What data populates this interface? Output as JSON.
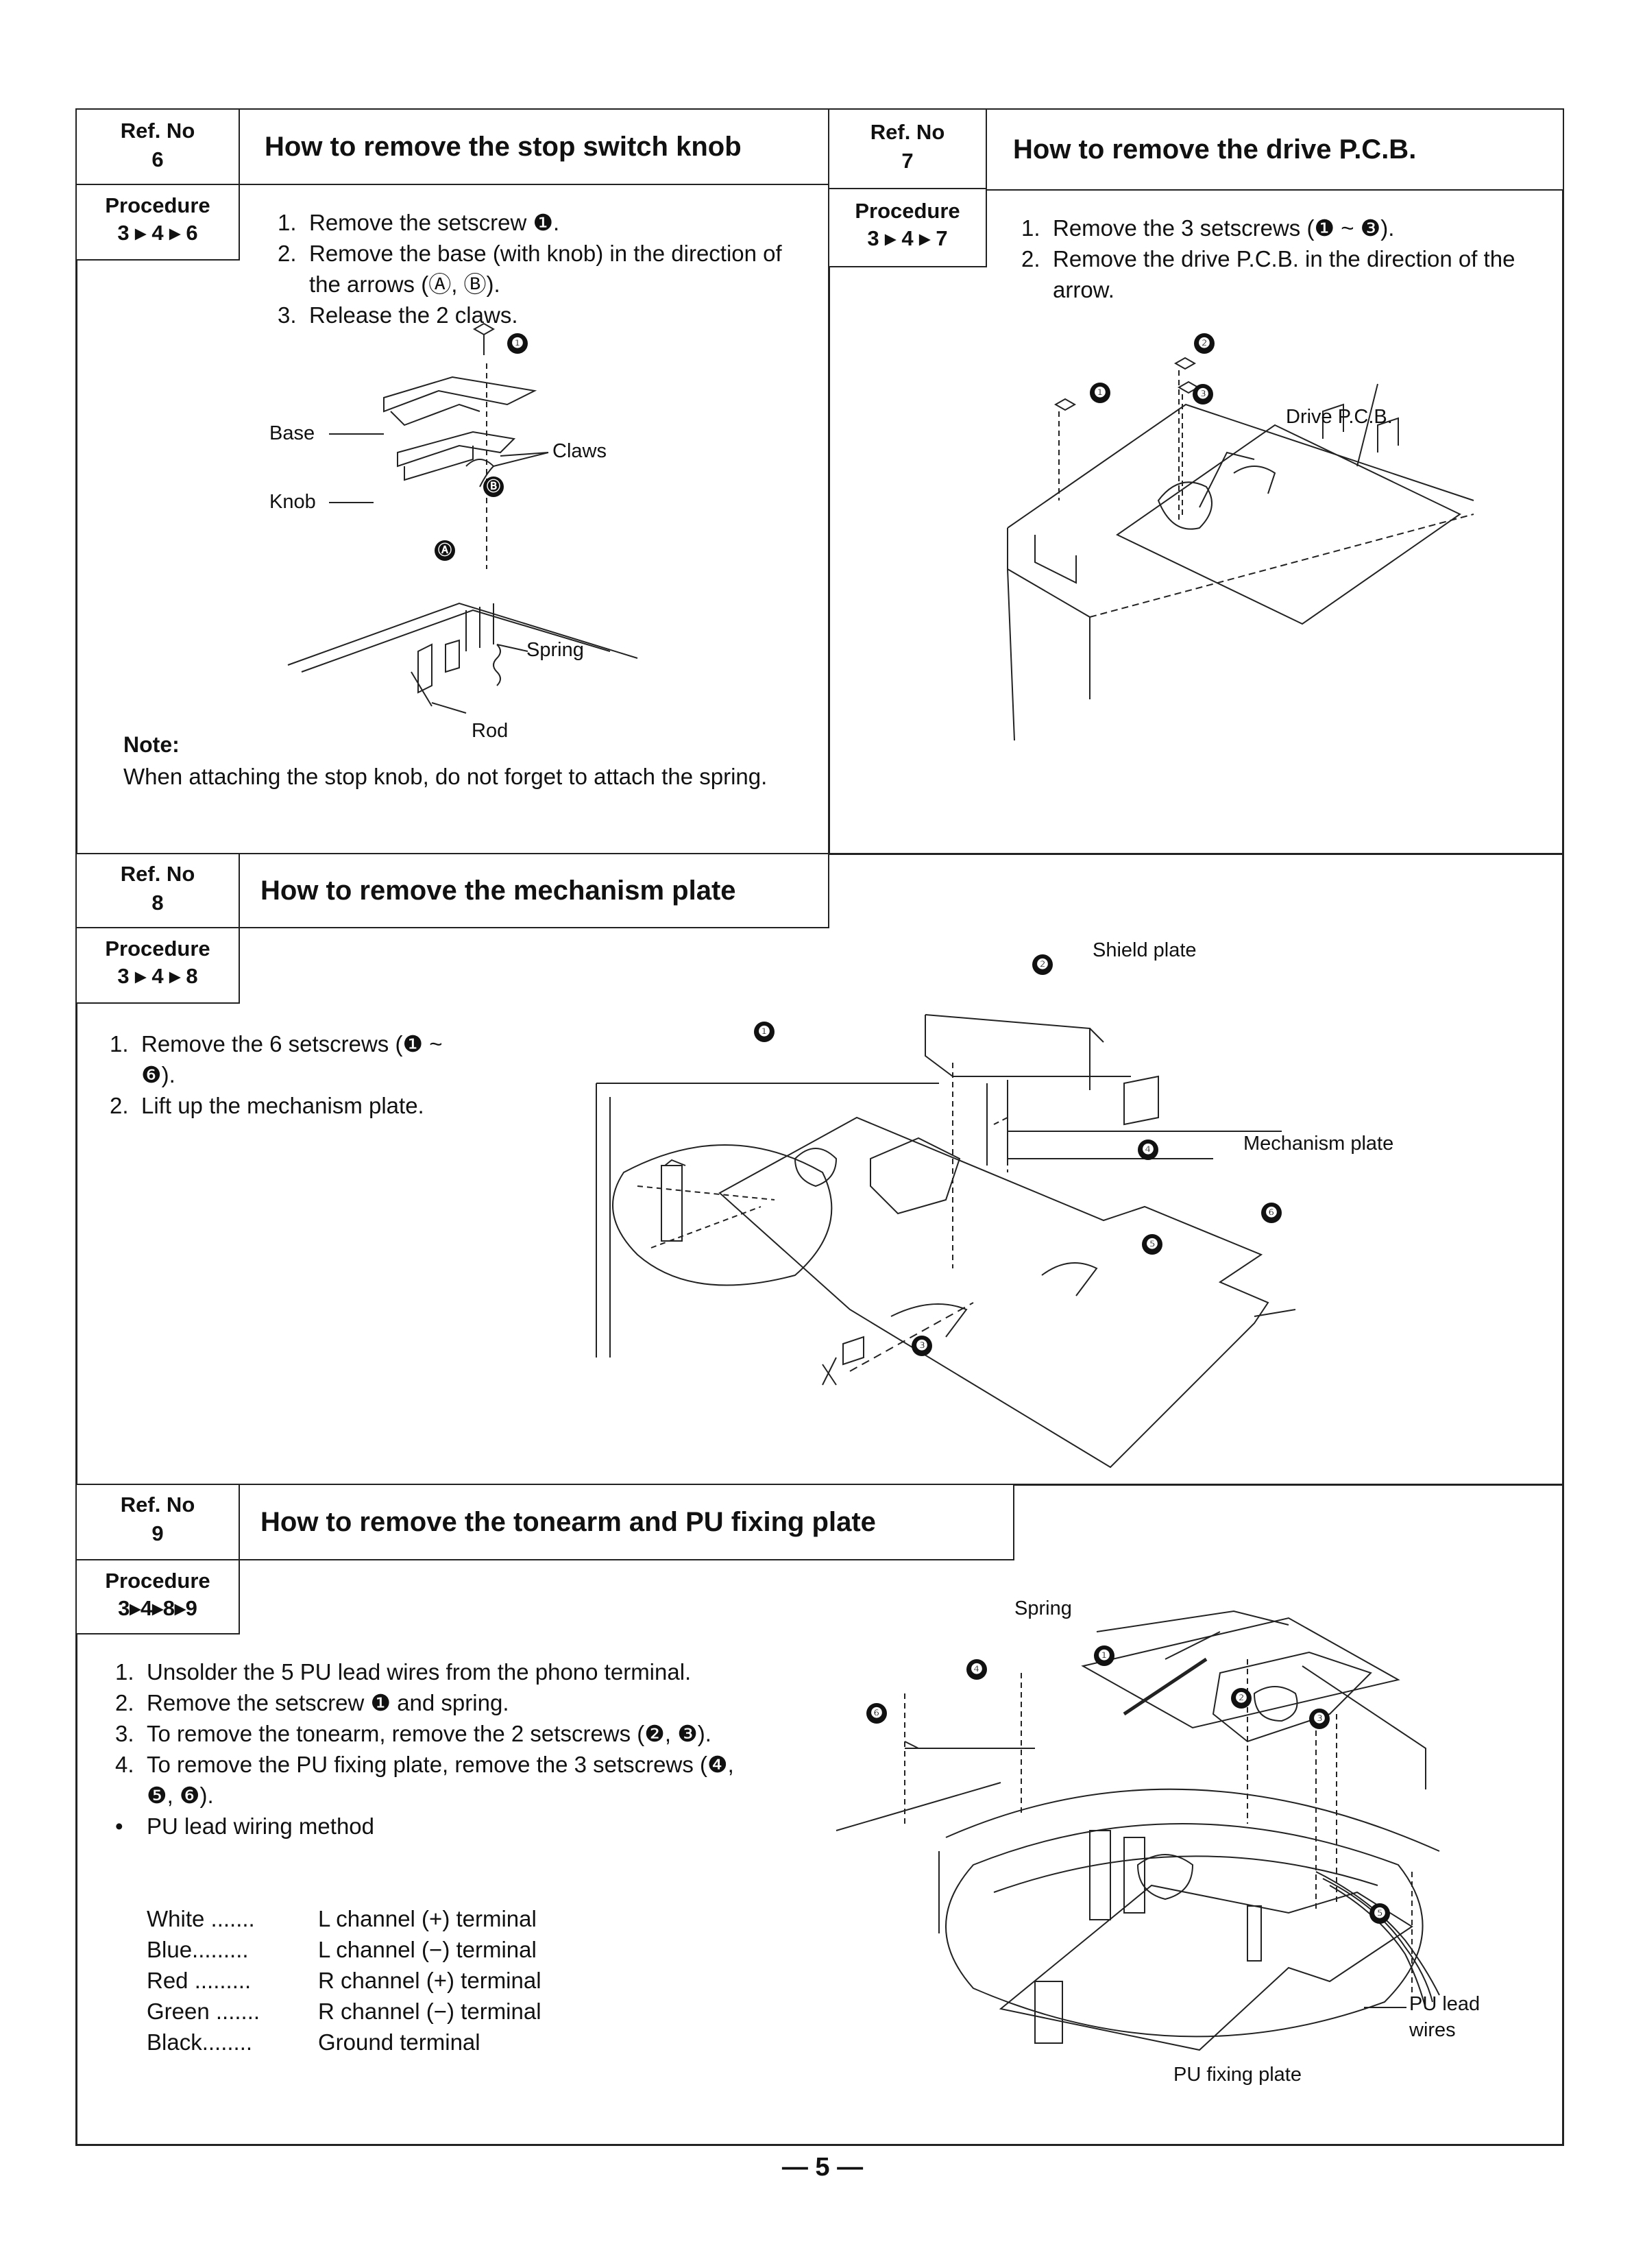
{
  "sections": {
    "s6": {
      "ref_label": "Ref. No",
      "ref_num": "6",
      "title": "How to remove the stop switch knob",
      "proc_label": "Procedure",
      "proc_seq": "3 ▸ 4 ▸ 6",
      "steps": [
        "1.",
        "Remove the setscrew ❶.",
        "2.",
        "Remove the base (with knob) in the direction of the arrows (Ⓐ, Ⓑ).",
        "3.",
        "Release the 2 claws."
      ],
      "labels": {
        "base": "Base",
        "knob": "Knob",
        "claws": "Claws",
        "spring": "Spring",
        "rod": "Rod"
      },
      "note_head": "Note:",
      "note_text": "When attaching the stop knob, do not forget to attach the spring."
    },
    "s7": {
      "ref_label": "Ref. No",
      "ref_num": "7",
      "title": "How to remove the drive P.C.B.",
      "proc_label": "Procedure",
      "proc_seq": "3 ▸ 4 ▸ 7",
      "steps": [
        "1.",
        "Remove the 3 setscrews (❶ ~ ❸).",
        "2.",
        "Remove the drive P.C.B. in the direction of the arrow."
      ],
      "labels": {
        "pcb": "Drive P.C.B."
      }
    },
    "s8": {
      "ref_label": "Ref. No",
      "ref_num": "8",
      "title": "How to remove the mechanism plate",
      "proc_label": "Procedure",
      "proc_seq": "3 ▸ 4 ▸ 8",
      "steps": [
        "1.",
        "Remove the 6 setscrews (❶ ~ ❻).",
        "2.",
        "Lift up the mechanism plate."
      ],
      "labels": {
        "shield": "Shield plate",
        "mech": "Mechanism plate"
      }
    },
    "s9": {
      "ref_label": "Ref. No",
      "ref_num": "9",
      "title": "How to remove the tonearm and PU fixing plate",
      "proc_label": "Procedure",
      "proc_seq": "3▸4▸8▸9",
      "steps": [
        "1.",
        "Unsolder the 5 PU lead wires from the phono terminal.",
        "2.",
        "Remove the setscrew ❶ and spring.",
        "3.",
        "To remove the tonearm, remove the 2 setscrews (❷, ❸).",
        "4.",
        "To remove the PU fixing plate, remove the 3 setscrews (❹, ❺, ❻).",
        "•",
        "PU lead wiring method"
      ],
      "wiring": [
        {
          "color": "White .......",
          "terminal": "L channel (+) terminal"
        },
        {
          "color": "Blue.........",
          "terminal": "L channel (−) terminal"
        },
        {
          "color": "Red .........",
          "terminal": "R channel (+) terminal"
        },
        {
          "color": "Green .......",
          "terminal": "R channel (−) terminal"
        },
        {
          "color": "Black........",
          "terminal": "Ground terminal"
        }
      ],
      "labels": {
        "spring": "Spring",
        "pu_wires": "PU lead wires",
        "pu_plate": "PU fixing plate"
      }
    }
  },
  "callouts": [
    "❶",
    "❷",
    "❸",
    "❹",
    "❺",
    "❻",
    "Ⓐ",
    "Ⓑ"
  ],
  "page_number": "— 5 —"
}
